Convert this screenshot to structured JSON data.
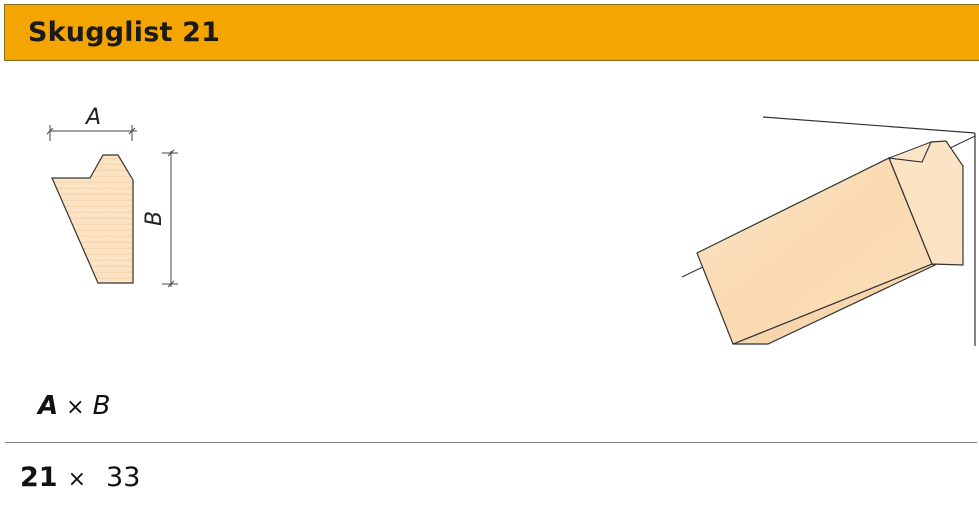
{
  "header": {
    "title": "Skugglist 21",
    "background": "#f5a500"
  },
  "profile_drawing": {
    "dim_a_label": "A",
    "dim_b_label": "B"
  },
  "dimensions": {
    "heading": {
      "a": "A",
      "times": "×",
      "b": "B"
    },
    "values": {
      "a": "21",
      "times": "×",
      "b": "33"
    }
  }
}
